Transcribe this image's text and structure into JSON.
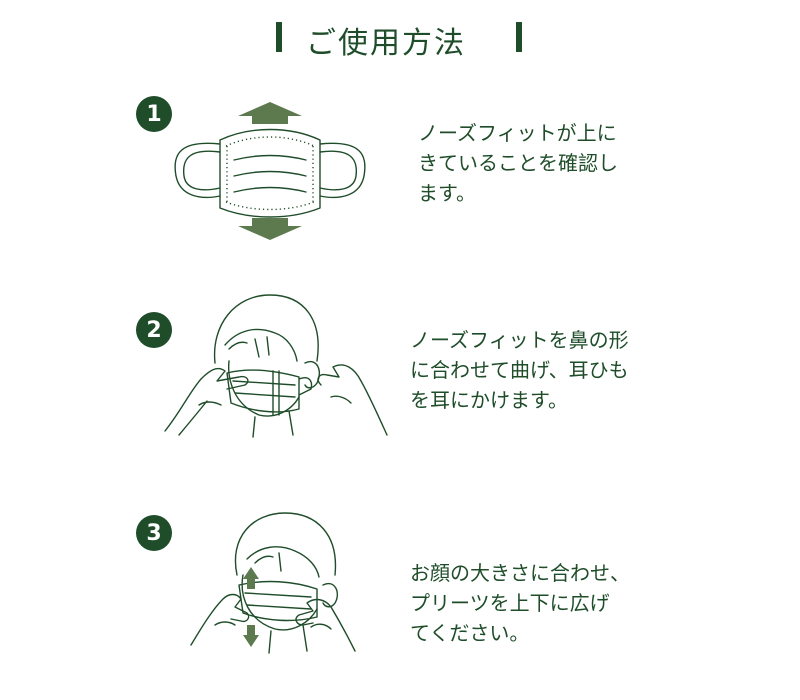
{
  "title": "ご使用方法",
  "colors": {
    "accent": "#1f4d2a",
    "arrow": "#5c7a4e"
  },
  "steps": [
    {
      "number": "1",
      "lines": [
        "ノーズフィットが上に",
        "きていることを確認し",
        "ます。"
      ],
      "illustration": "mask-icon"
    },
    {
      "number": "2",
      "lines": [
        "ノーズフィットを鼻の形",
        "に合わせて曲げ、耳ひも",
        "を耳にかけます。"
      ],
      "illustration": "person-wearing-mask-icon"
    },
    {
      "number": "3",
      "lines": [
        "お顔の大きさに合わせ、",
        "プリーツを上下に広げ",
        "てください。"
      ],
      "illustration": "person-adjusting-pleats-icon"
    }
  ]
}
